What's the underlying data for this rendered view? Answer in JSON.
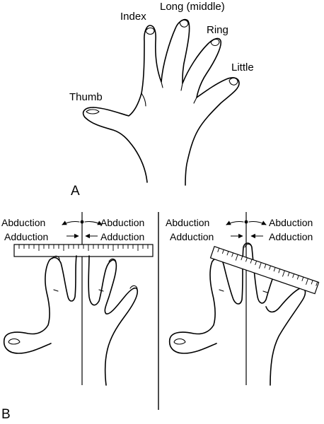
{
  "panel_a": {
    "letter": "A",
    "fingers": {
      "thumb": "Thumb",
      "index": "Index",
      "long": "Long (middle)",
      "ring": "Ring",
      "little": "Little"
    }
  },
  "panel_b": {
    "letter": "B",
    "left": {
      "abduction_left": "Abduction",
      "abduction_right": "Abduction",
      "adduction_left": "Adduction",
      "adduction_right": "Adduction"
    },
    "right": {
      "abduction_left": "Abduction",
      "abduction_right": "Abduction",
      "adduction_left": "Adduction",
      "adduction_right": "Adduction"
    }
  }
}
